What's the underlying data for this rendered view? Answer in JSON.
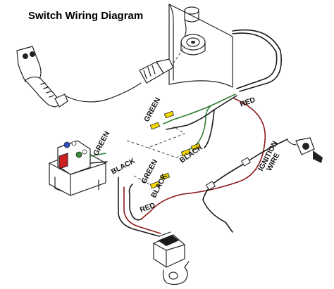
{
  "title": "Switch Wiring Diagram",
  "labels": {
    "green": "GREEN",
    "black": "BLACK",
    "red": "RED",
    "ignition": "IGNITION",
    "wire": "WIRE"
  },
  "colors": {
    "red_wire": "#8b1a1a",
    "green_wire": "#2f7d32",
    "black_wire": "#1a1a1a",
    "connector": "#f2d600",
    "outline": "#222222"
  },
  "icons": {
    "handheld_remote": "remote-control-icon",
    "dash_socket": "socket-icon",
    "solenoid": "solenoid-relay-icon",
    "dash_switch": "dash-switch-icon",
    "ignition_key": "ignition-key-icon"
  }
}
